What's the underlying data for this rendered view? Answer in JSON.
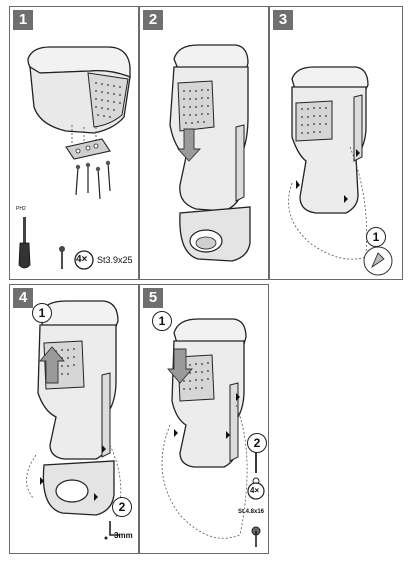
{
  "steps": [
    {
      "number": "1"
    },
    {
      "number": "2"
    },
    {
      "number": "3"
    },
    {
      "number": "4"
    },
    {
      "number": "5"
    }
  ],
  "step1": {
    "bit_label": "PH2",
    "screw_count": "4×",
    "screw_spec": "St3.9x25"
  },
  "step3": {
    "callout": "1"
  },
  "step4": {
    "callout_1": "1",
    "callout_2": "2",
    "hex_size": "3mm"
  },
  "step5": {
    "callout_1": "1",
    "callout_2": "2",
    "screw_count": "4×",
    "screw_spec": "St.4.8x16"
  }
}
